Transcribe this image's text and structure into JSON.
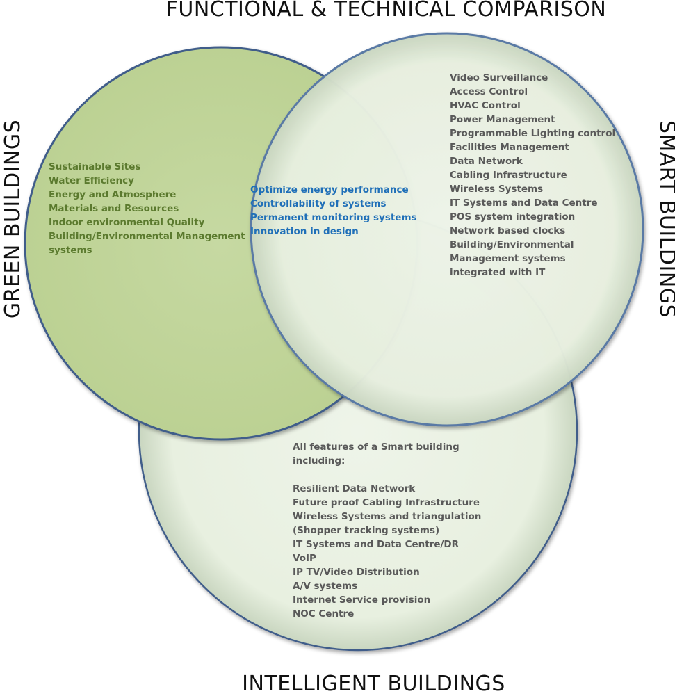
{
  "diagram": {
    "title": "FUNCTIONAL & TECHNICAL COMPARISON",
    "circles": {
      "green": {
        "label": "GREEN BUILDINGS",
        "fill": "#c4d79f"
      },
      "smart": {
        "label": "SMART BUILDINGS",
        "fill": "#ebf1e5"
      },
      "intelligent": {
        "label": "INTELLIGENT BUILDINGS",
        "fill": "#ebf1e5"
      },
      "outline_color": "#3f5d8a"
    },
    "green_items": [
      "Sustainable Sites",
      "Water Efficiency",
      "Energy and Atmosphere",
      "Materials and Resources",
      "Indoor environmental Quality",
      "Building/Environmental Management",
      "systems"
    ],
    "overlap_items": [
      "Optimize energy performance",
      "Controllability of systems",
      "Permanent monitoring systems",
      "Innovation in design"
    ],
    "smart_items": [
      "Video Surveillance",
      "Access Control",
      "HVAC Control",
      "Power Management",
      "Programmable Lighting control",
      "Facilities Management",
      "Data Network",
      "Cabling Infrastructure",
      "Wireless Systems",
      "IT Systems and Data Centre",
      "POS system integration",
      "Network based clocks",
      "Building/Environmental",
      "Management systems",
      "integrated with IT"
    ],
    "intelligent_intro": [
      "All features of a Smart building",
      "including:"
    ],
    "intelligent_items": [
      "Resilient Data Network",
      "Future proof Cabling Infrastructure",
      "Wireless Systems and triangulation",
      "(Shopper tracking systems)",
      "IT Systems and Data Centre/DR",
      "VoIP",
      "IP TV/Video Distribution",
      "A/V systems",
      "Internet Service provision",
      "NOC Centre"
    ],
    "colors": {
      "green_text": "#5b7a2e",
      "overlap_text": "#1f6fb8",
      "smart_text": "#595959"
    }
  }
}
